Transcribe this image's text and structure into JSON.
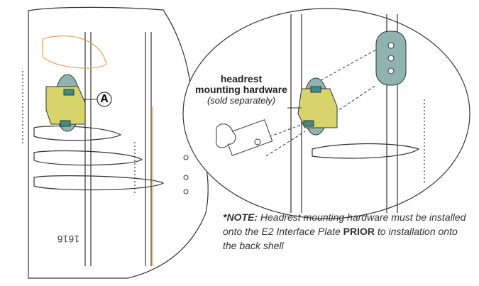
{
  "callout": {
    "letter": "A"
  },
  "hardware_label": {
    "line1": "headrest",
    "line2": "mounting hardware",
    "line3": "(sold separately)"
  },
  "note": {
    "prefix": "*NOTE:",
    "text1": "Headrest mounting hardware must be installed onto the E2 Interface Plate",
    "emph": "PRIOR",
    "text2": "to installation onto the back shell"
  },
  "shell_marking": "1616",
  "colors": {
    "line": "#333333",
    "plate_yellow": "#d8d46c",
    "plate_blue": "#8fb4b0",
    "orange_edge": "#e3a25a"
  }
}
